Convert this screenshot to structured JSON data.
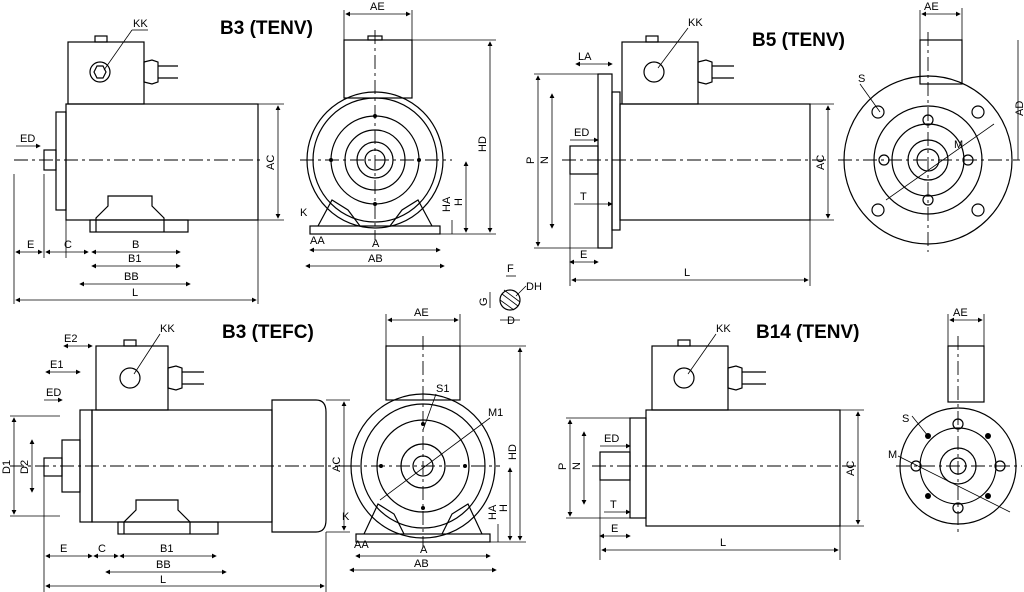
{
  "titles": {
    "b3_tenv": "B3 (TENV)",
    "b5_tenv": "B5 (TENV)",
    "b3_tefc": "B3 (TEFC)",
    "b14_tenv": "B14 (TENV)"
  },
  "labels": {
    "KK": "KK",
    "AE": "AE",
    "ED": "ED",
    "AC": "AC",
    "HD": "HD",
    "HA": "HA",
    "H": "H",
    "K": "K",
    "AA": "AA",
    "A": "A",
    "AB": "AB",
    "E": "E",
    "C": "C",
    "B": "B",
    "B1": "B1",
    "BB": "BB",
    "L": "L",
    "LA": "LA",
    "P": "P",
    "N": "N",
    "T": "T",
    "S": "S",
    "M": "M",
    "AD": "AD",
    "F": "F",
    "G": "G",
    "DH": "DH",
    "D": "D",
    "E1": "E1",
    "E2": "E2",
    "D1": "D1",
    "D2": "D2",
    "S1": "S1",
    "M1": "M1"
  }
}
